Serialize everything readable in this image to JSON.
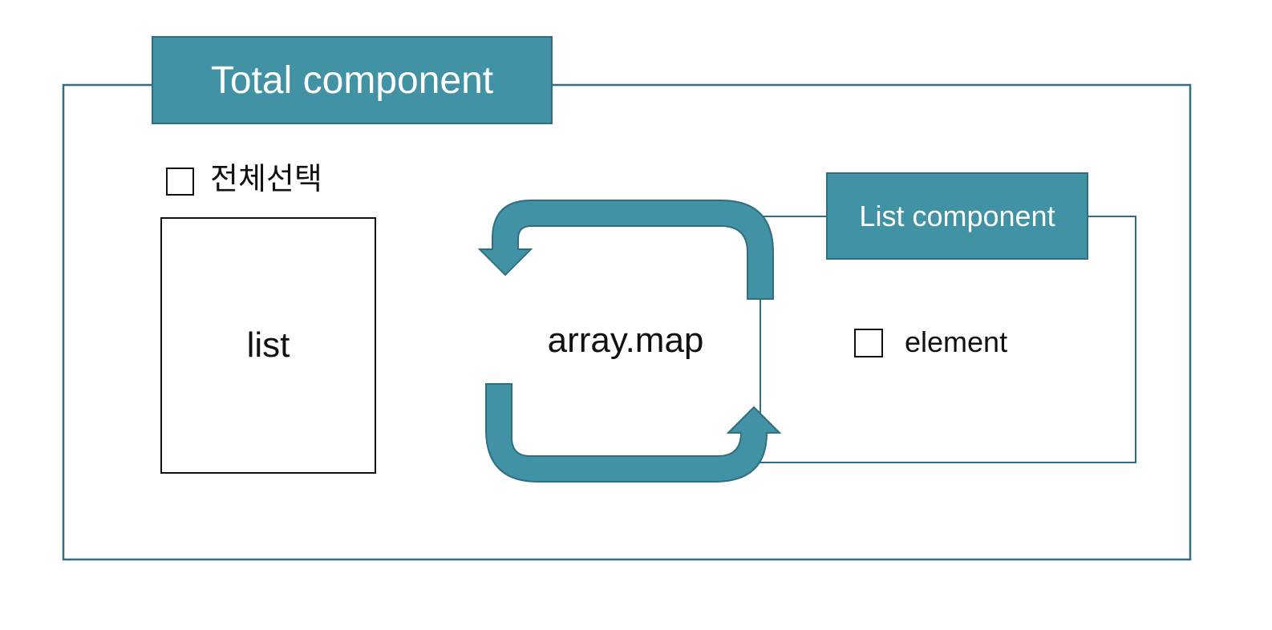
{
  "diagram": {
    "total_component": {
      "title": "Total component"
    },
    "select_all": {
      "label": "전체선택"
    },
    "list_box": {
      "label": "list"
    },
    "mapper": {
      "label": "array.map"
    },
    "list_component": {
      "title": "List component",
      "element_label": "element"
    }
  },
  "colors": {
    "accent": "#4292a6",
    "accent_stroke": "#2f6f80",
    "text": "#111111",
    "title_text": "#ffffff",
    "background": "#ffffff"
  }
}
